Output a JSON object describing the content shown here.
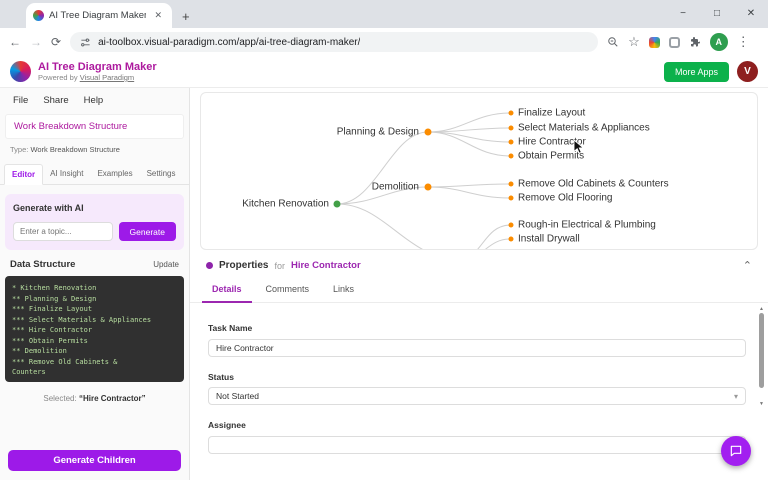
{
  "browser": {
    "tab_title": "AI Tree Diagram Maker",
    "url": "ai-toolbox.visual-paradigm.com/app/ai-tree-diagram-maker/",
    "profile_initial": "A"
  },
  "window_controls": {
    "minimize": "−",
    "maximize": "□",
    "close": "✕"
  },
  "icons": {
    "back": "←",
    "forward": "→",
    "refresh": "⟳",
    "tab_close": "✕",
    "new_tab": "+",
    "star": "☆",
    "menu_dots": "⋮",
    "chevron_up": "⌃",
    "chevron_down": "▾",
    "up_arrow": "▲",
    "down_arrow": "▼"
  },
  "app_header": {
    "title": "AI Tree Diagram Maker",
    "powered_by": "Powered by",
    "powered_by_link": "Visual Paradigm",
    "more_apps": "More Apps",
    "avatar_initial": "V"
  },
  "menu": {
    "items": [
      "File",
      "Share",
      "Help"
    ]
  },
  "sidebar": {
    "doc_title": "Work Breakdown Structure",
    "type_label": "Type:",
    "type_value": "Work Breakdown Structure",
    "tabs": [
      "Editor",
      "AI Insight",
      "Examples",
      "Settings"
    ],
    "generate_panel": {
      "title": "Generate with AI",
      "placeholder": "Enter a topic...",
      "button": "Generate"
    },
    "data_structure": {
      "title": "Data Structure",
      "update": "Update",
      "lines": [
        "* Kitchen Renovation",
        "** Planning & Design",
        "*** Finalize Layout",
        "*** Select Materials & Appliances",
        "*** Hire Contractor",
        "*** Obtain Permits",
        "** Demolition",
        "*** Remove Old Cabinets &",
        "Counters"
      ]
    },
    "selected_label": "Selected:",
    "selected_value": "“Hire Contractor”",
    "generate_children": "Generate Children"
  },
  "diagram": {
    "root": "Kitchen Renovation",
    "branches": [
      "Planning & Design",
      "Demolition"
    ],
    "leaves": [
      "Finalize Layout",
      "Select Materials & Appliances",
      "Hire Contractor",
      "Obtain Permits",
      "Remove Old Cabinets & Counters",
      "Remove Old Flooring",
      "Rough-in Electrical & Plumbing",
      "Install Drywall"
    ]
  },
  "properties": {
    "title": "Properties",
    "for_label": "for",
    "target": "Hire Contractor",
    "tabs": [
      "Details",
      "Comments",
      "Links"
    ],
    "task_name_label": "Task Name",
    "task_name_value": "Hire Contractor",
    "status_label": "Status",
    "status_value": "Not Started",
    "assignee_label": "Assignee",
    "assignee_value": ""
  },
  "colors": {
    "brand_magenta": "#ad1a9e",
    "accent_purple": "#9c27b0",
    "button_purple": "#9d1ae8",
    "green_button": "#0cb14b",
    "avatar_red": "#8e1f1f",
    "profile_green": "#2e9e4f",
    "node_green": "#43a047",
    "node_orange": "#fb8c00",
    "code_bg": "#303030",
    "code_text": "#b8dfa0"
  }
}
